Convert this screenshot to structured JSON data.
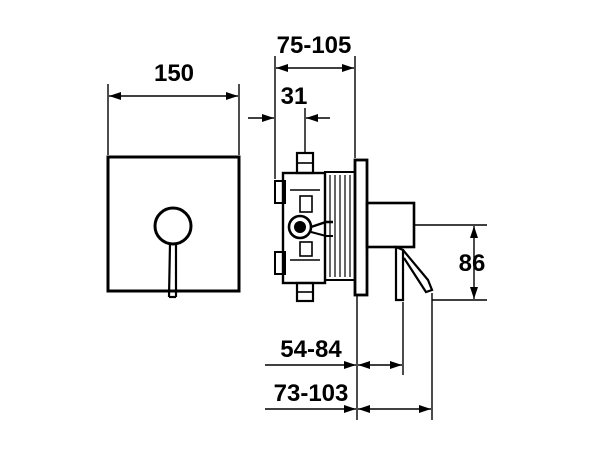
{
  "dimensions": {
    "front_width": "150",
    "depth_range": "75-105",
    "body_offset": "31",
    "handle_height": "86",
    "handle_projection_short": "54-84",
    "handle_projection_long": "73-103"
  },
  "colors": {
    "line": "#000000",
    "background": "#ffffff"
  }
}
